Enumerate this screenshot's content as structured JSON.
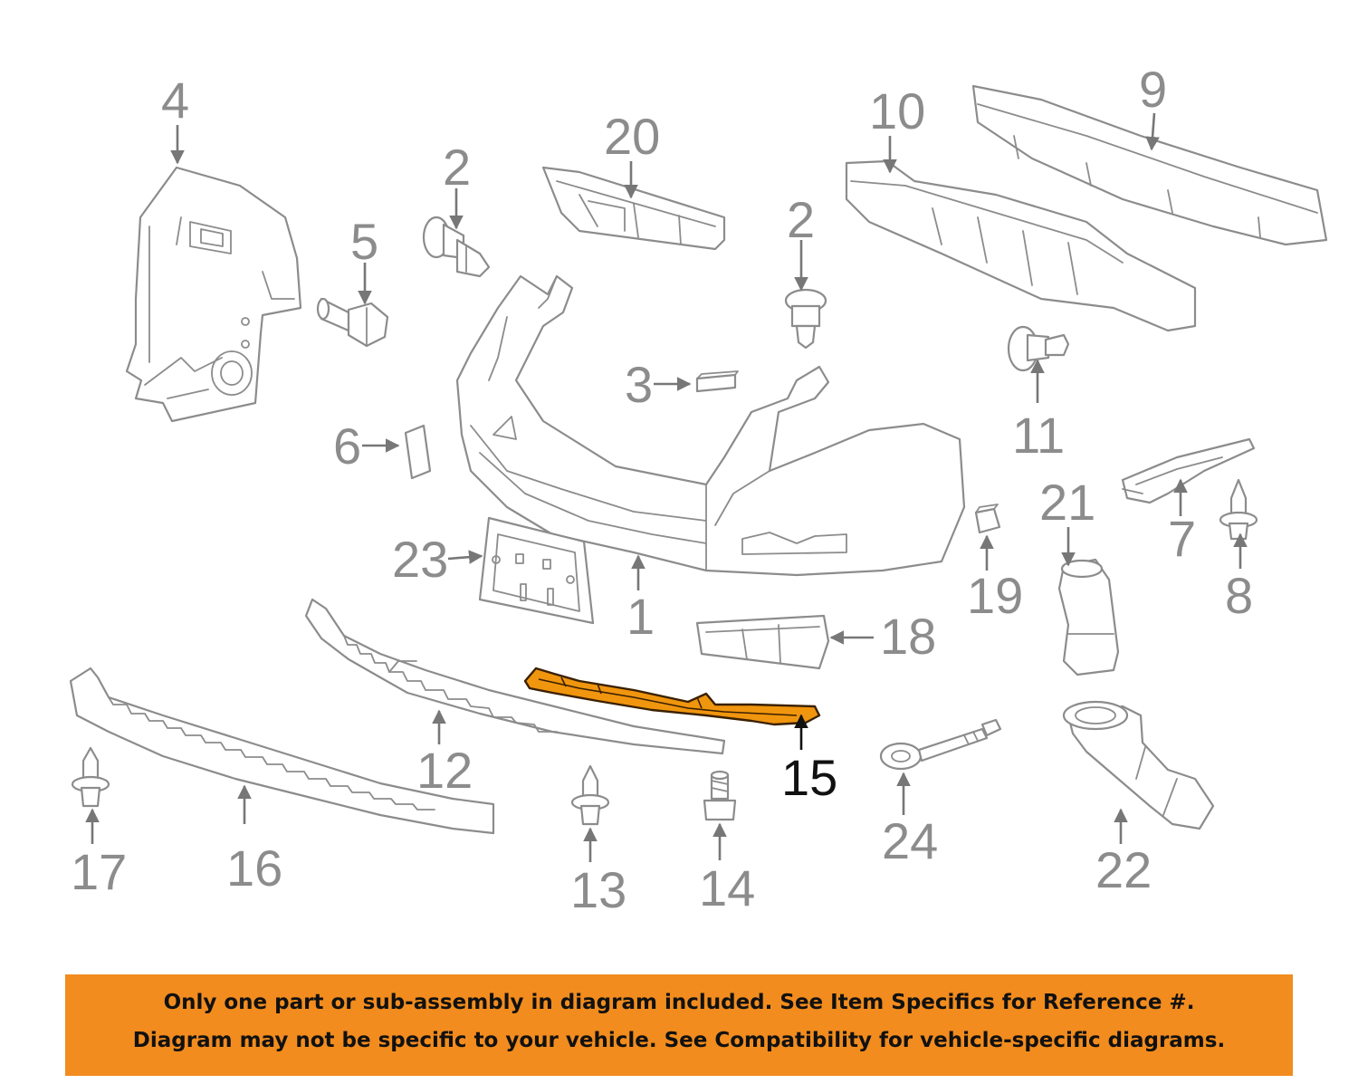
{
  "diagram": {
    "callouts": {
      "c1": "1",
      "c2a": "2",
      "c2b": "2",
      "c3": "3",
      "c4": "4",
      "c5": "5",
      "c6": "6",
      "c7": "7",
      "c8": "8",
      "c9": "9",
      "c10": "10",
      "c11": "11",
      "c12": "12",
      "c13": "13",
      "c14": "14",
      "c15": "15",
      "c16": "16",
      "c17": "17",
      "c18": "18",
      "c19": "19",
      "c20": "20",
      "c21": "21",
      "c22": "22",
      "c23": "23",
      "c24": "24"
    },
    "highlighted_part": "15",
    "colors": {
      "highlight": "#f0950e",
      "line_art": "#8c8c8c",
      "banner": "#f28c1e"
    }
  },
  "disclaimer": {
    "line1": "Only one part or sub-assembly in diagram included. See Item Specifics for Reference #.",
    "line2": "Diagram may not be specific to your vehicle. See Compatibility for vehicle-specific diagrams."
  }
}
